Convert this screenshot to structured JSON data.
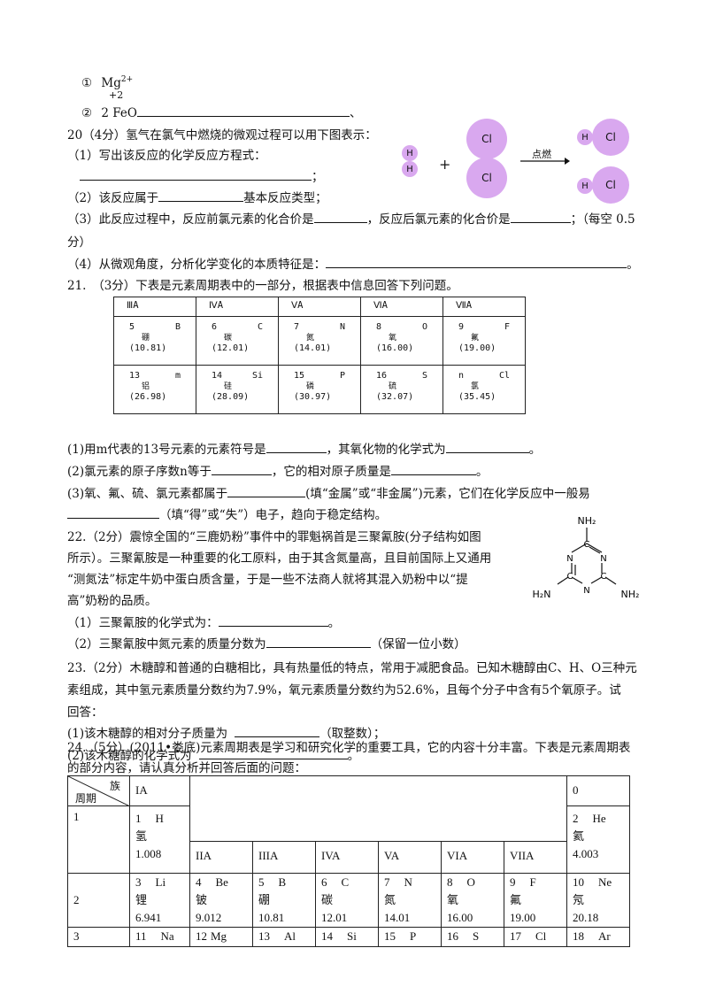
{
  "q19": {
    "item1_num": "①",
    "item1_text": "Mg",
    "item1_sup": "2+",
    "item1_valence": "+2",
    "item2_num": "②",
    "item2_text": "2 FeO",
    "item2_end": "、"
  },
  "q20": {
    "intro": "20（4分）氢气在氯气中燃烧的微观过程可以用下图表示：",
    "p1": "（1）写出该反应的化学反应方程式：",
    "p1_end": "；",
    "p2a": "（2）该反应属于",
    "p2b": "基本反应类型；",
    "p3a": "（3）此反应过程中，反应前氯元素的化合价是",
    "p3b": "，反应后氯元素的化合价是",
    "p3c": "；（每空 0.5",
    "p3d": "分）",
    "p4": "（4）从微观角度，分析化学变化的本质特征是：",
    "p4_end": "。",
    "diagram": {
      "h": "H",
      "cl": "Cl",
      "plus": "+",
      "condition": "点燃"
    }
  },
  "q21": {
    "intro": "21.　（3分）下表是元素周期表中的一部分，根据表中信息回答下列问题。",
    "headers": [
      "ⅢA",
      "ⅣA",
      "ⅤA",
      "ⅥA",
      "ⅦA"
    ],
    "row1": [
      {
        "num": "5",
        "sym": "B",
        "name": "硼",
        "mass": "(10.81)"
      },
      {
        "num": "6",
        "sym": "C",
        "name": "碳",
        "mass": "(12.01)"
      },
      {
        "num": "7",
        "sym": "N",
        "name": "氮",
        "mass": "(14.01)"
      },
      {
        "num": "8",
        "sym": "O",
        "name": "氧",
        "mass": "(16.00)"
      },
      {
        "num": "9",
        "sym": "F",
        "name": "氟",
        "mass": "(19.00)"
      }
    ],
    "row2": [
      {
        "num": "13",
        "sym": "m",
        "name": "铝",
        "mass": "(26.98)"
      },
      {
        "num": "14",
        "sym": "Si",
        "name": "硅",
        "mass": "(28.09)"
      },
      {
        "num": "15",
        "sym": "P",
        "name": "磷",
        "mass": "(30.97)"
      },
      {
        "num": "16",
        "sym": "S",
        "name": "硫",
        "mass": "(32.07)"
      },
      {
        "num": "n",
        "sym": "Cl",
        "name": "氯",
        "mass": "(35.45)"
      }
    ],
    "a1a": "(1)用m代表的13号元素的元素符号是",
    "a1b": "，其氧化物的化学式为",
    "a1c": "。",
    "a2a": "(2)氯元素的原子序数n等于",
    "a2b": "，它的相对原子质量是",
    "a2c": "。",
    "a3a": "(3)氧、氟、硫、氯元素都属于",
    "a3b": "(填“金属”或“非金属”)元素，它们在化学反应中一般易",
    "a3c": "（填“得”或“失”）电子，趋向于稳定结构。"
  },
  "q22": {
    "l1": "22.（2分）震惊全国的“三鹿奶粉”事件中的罪魁祸首是三聚氰胺(分子结构如图",
    "l2": "所示）。三聚氰胺是一种重要的化工原料，由于其含氮量高，且目前国际上又通用",
    "l3": "“测氮法”标定牛奶中蛋白质含量，于是一些不法商人就将其混入奶粉中以“提",
    "l4": "高”奶粉的品质。",
    "a1": "（1）三聚氰胺的化学式为：",
    "a1_end": "。",
    "a2": "（2）三聚氰胺中氮元素的质量分数为",
    "a2_end": "（保留一位小数）",
    "structure": {
      "nh2": "NH₂",
      "h2n": "H₂N",
      "n": "N",
      "c": "C"
    }
  },
  "q23": {
    "l1": "23.（2分）木糖醇和普通的白糖相比，具有热量低的特点，常用于减肥食品。已知木糖醇由C、H、O三种元",
    "l2": "素组成，其中氢元素质量分数约为7.9%，氧元素质量分数约为52.6%，且每个分子中含有5个氧原子。试",
    "l3": "回答：",
    "a1": "(1)该木糖醇的相对分子质量为",
    "a1_end": "（取整数）；",
    "a2": "(2)该木糖醇的化学式为",
    "a2_end": "。"
  },
  "q24": {
    "l1": "24.（5分）(2011•娄底)元素周期表是学习和研究化学的重要工具，它的内容十分丰富。下表是元素周期表",
    "l2": "的部分内容，请认真分析并回答后面的问题：",
    "corner_top": "族",
    "corner_bottom": "周期",
    "ia": "IA",
    "zero": "0",
    "groups": [
      "IIA",
      "IIIA",
      "IVA",
      "VA",
      "VIA",
      "VIIA"
    ],
    "periods": [
      "1",
      "2",
      "3"
    ],
    "H": {
      "num": "1",
      "sym": "H",
      "name": "氢",
      "mass": "1.008"
    },
    "He": {
      "num": "2",
      "sym": "He",
      "name": "氦",
      "mass": "4.003"
    },
    "row2": [
      {
        "num": "3",
        "sym": "Li",
        "name": "锂",
        "mass": "6.941"
      },
      {
        "num": "4",
        "sym": "Be",
        "name": "铍",
        "mass": "9.012"
      },
      {
        "num": "5",
        "sym": "B",
        "name": "硼",
        "mass": "10.81"
      },
      {
        "num": "6",
        "sym": "C",
        "name": "碳",
        "mass": "12.01"
      },
      {
        "num": "7",
        "sym": "N",
        "name": "氮",
        "mass": "14.01"
      },
      {
        "num": "8",
        "sym": "O",
        "name": "氧",
        "mass": "16.00"
      },
      {
        "num": "9",
        "sym": "F",
        "name": "氟",
        "mass": "19.00"
      },
      {
        "num": "10",
        "sym": "Ne",
        "name": "氖",
        "mass": "20.18"
      }
    ],
    "row3": [
      {
        "num": "11",
        "sym": "Na"
      },
      {
        "num": "12",
        "sym": "Mg"
      },
      {
        "num": "13",
        "sym": "Al"
      },
      {
        "num": "14",
        "sym": "Si"
      },
      {
        "num": "15",
        "sym": "P"
      },
      {
        "num": "16",
        "sym": "S"
      },
      {
        "num": "17",
        "sym": "Cl"
      },
      {
        "num": "18",
        "sym": "Ar"
      }
    ]
  }
}
